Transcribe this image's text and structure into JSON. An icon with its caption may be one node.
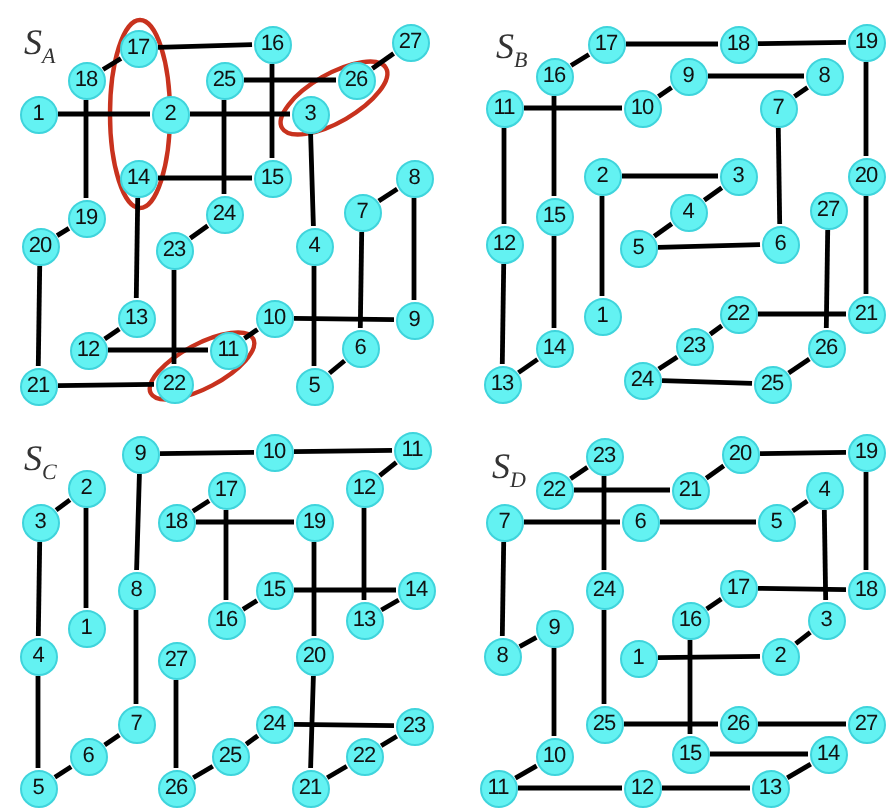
{
  "diagram": {
    "nodes": [
      {
        "text": [
          "1"
        ]
      },
      {
        "text": [
          "2"
        ]
      },
      {
        "text": [
          "3"
        ]
      },
      {
        "text": [
          "4"
        ]
      },
      {
        "text": [
          "5"
        ]
      },
      {
        "text": [
          "6"
        ]
      },
      {
        "text": [
          "7"
        ]
      },
      {
        "text": [
          "8"
        ]
      },
      {
        "text": [
          "9"
        ]
      },
      {
        "text": [
          "10"
        ]
      },
      {
        "text": [
          "11"
        ]
      },
      {
        "text": [
          "12"
        ]
      },
      {
        "text": [
          "13"
        ]
      },
      {
        "text": [
          "14"
        ]
      },
      {
        "text": [
          "15"
        ]
      },
      {
        "text": [
          "16"
        ]
      },
      {
        "text": [
          "17"
        ]
      },
      {
        "text": [
          "18"
        ]
      },
      {
        "text": [
          "19"
        ]
      },
      {
        "text": [
          "20"
        ]
      },
      {
        "text": [
          "21"
        ]
      },
      {
        "text": [
          "22"
        ]
      },
      {
        "text": [
          "23"
        ]
      },
      {
        "text": [
          "24"
        ]
      },
      {
        "text": [
          "25"
        ]
      },
      {
        "text": [
          "26"
        ]
      },
      {
        "text": [
          "27"
        ]
      },
      {
        "text": [
          "1"
        ]
      },
      {
        "text": [
          "2"
        ]
      },
      {
        "text": [
          "3"
        ]
      },
      {
        "text": [
          "4"
        ]
      },
      {
        "text": [
          "5"
        ]
      },
      {
        "text": [
          "6"
        ]
      },
      {
        "text": [
          "7"
        ]
      },
      {
        "text": [
          "8"
        ]
      },
      {
        "text": [
          "9"
        ]
      },
      {
        "text": [
          "10"
        ]
      },
      {
        "text": [
          "11"
        ]
      },
      {
        "text": [
          "12"
        ]
      },
      {
        "text": [
          "13"
        ]
      },
      {
        "text": [
          "14"
        ]
      },
      {
        "text": [
          "15"
        ]
      },
      {
        "text": [
          "16"
        ]
      },
      {
        "text": [
          "17"
        ]
      },
      {
        "text": [
          "18"
        ]
      },
      {
        "text": [
          "19"
        ]
      },
      {
        "text": [
          "20"
        ]
      },
      {
        "text": [
          "21"
        ]
      },
      {
        "text": [
          "22"
        ]
      },
      {
        "text": [
          "23"
        ]
      },
      {
        "text": [
          "24"
        ]
      },
      {
        "text": [
          "25"
        ]
      },
      {
        "text": [
          "26"
        ]
      },
      {
        "text": [
          "27"
        ]
      },
      {
        "text": [
          "1"
        ]
      },
      {
        "text": [
          "2"
        ]
      },
      {
        "text": [
          "3"
        ]
      },
      {
        "text": [
          "4"
        ]
      },
      {
        "text": [
          "5"
        ]
      },
      {
        "text": [
          "6"
        ]
      },
      {
        "text": [
          "7"
        ]
      },
      {
        "text": [
          "8"
        ]
      },
      {
        "text": [
          "9"
        ]
      },
      {
        "text": [
          "10"
        ]
      },
      {
        "text": [
          "11"
        ]
      },
      {
        "text": [
          "12"
        ]
      },
      {
        "text": [
          "13"
        ]
      },
      {
        "text": [
          "14"
        ]
      },
      {
        "text": [
          "15"
        ]
      },
      {
        "text": [
          "16"
        ]
      },
      {
        "text": [
          "17"
        ]
      },
      {
        "text": [
          "18"
        ]
      },
      {
        "text": [
          "19"
        ]
      },
      {
        "text": [
          "20"
        ]
      },
      {
        "text": [
          "21"
        ]
      },
      {
        "text": [
          "22"
        ]
      },
      {
        "text": [
          "23"
        ]
      },
      {
        "text": [
          "24"
        ]
      },
      {
        "text": [
          "25"
        ]
      },
      {
        "text": [
          "26"
        ]
      },
      {
        "text": [
          "27"
        ]
      },
      {
        "text": [
          "1"
        ]
      },
      {
        "text": [
          "2"
        ]
      },
      {
        "text": [
          "3"
        ]
      },
      {
        "text": [
          "4"
        ]
      },
      {
        "text": [
          "5"
        ]
      },
      {
        "text": [
          "6"
        ]
      },
      {
        "text": [
          "7"
        ]
      },
      {
        "text": [
          "8"
        ]
      },
      {
        "text": [
          "9"
        ]
      },
      {
        "text": [
          "10"
        ]
      },
      {
        "text": [
          "11"
        ]
      },
      {
        "text": [
          "12"
        ]
      },
      {
        "text": [
          "13"
        ]
      },
      {
        "text": [
          "14"
        ]
      },
      {
        "text": [
          "15"
        ]
      },
      {
        "text": [
          "16"
        ]
      },
      {
        "text": [
          "17"
        ]
      },
      {
        "text": [
          "18"
        ]
      },
      {
        "text": [
          "19"
        ]
      },
      {
        "text": [
          "20"
        ]
      },
      {
        "text": [
          "21"
        ]
      },
      {
        "text": [
          "22"
        ]
      },
      {
        "text": [
          "23"
        ]
      },
      {
        "text": [
          "24"
        ]
      },
      {
        "text": [
          "25"
        ]
      },
      {
        "text": [
          "26"
        ]
      },
      {
        "text": [
          "27"
        ]
      }
    ],
    "edges": [
      {
        "from": 0,
        "to": 1,
        "arrow": "none"
      },
      {
        "from": 1,
        "to": 2,
        "arrow": "none"
      },
      {
        "from": 2,
        "to": 3,
        "arrow": "none"
      },
      {
        "from": 3,
        "to": 4,
        "arrow": "none"
      },
      {
        "from": 4,
        "to": 5,
        "arrow": "none"
      },
      {
        "from": 5,
        "to": 6,
        "arrow": "none"
      },
      {
        "from": 6,
        "to": 7,
        "arrow": "none"
      },
      {
        "from": 7,
        "to": 8,
        "arrow": "none"
      },
      {
        "from": 8,
        "to": 9,
        "arrow": "none"
      },
      {
        "from": 9,
        "to": 10,
        "arrow": "none"
      },
      {
        "from": 10,
        "to": 11,
        "arrow": "none"
      },
      {
        "from": 11,
        "to": 12,
        "arrow": "none"
      },
      {
        "from": 12,
        "to": 13,
        "arrow": "none"
      },
      {
        "from": 13,
        "to": 14,
        "arrow": "none"
      },
      {
        "from": 14,
        "to": 15,
        "arrow": "none"
      },
      {
        "from": 15,
        "to": 16,
        "arrow": "none"
      },
      {
        "from": 16,
        "to": 17,
        "arrow": "none"
      },
      {
        "from": 17,
        "to": 18,
        "arrow": "none"
      },
      {
        "from": 18,
        "to": 19,
        "arrow": "none"
      },
      {
        "from": 19,
        "to": 20,
        "arrow": "none"
      },
      {
        "from": 20,
        "to": 21,
        "arrow": "none"
      },
      {
        "from": 21,
        "to": 22,
        "arrow": "none"
      },
      {
        "from": 22,
        "to": 23,
        "arrow": "none"
      },
      {
        "from": 23,
        "to": 24,
        "arrow": "none"
      },
      {
        "from": 24,
        "to": 25,
        "arrow": "none"
      },
      {
        "from": 25,
        "to": 26,
        "arrow": "none"
      },
      {
        "from": 27,
        "to": 28,
        "arrow": "none"
      },
      {
        "from": 28,
        "to": 29,
        "arrow": "none"
      },
      {
        "from": 29,
        "to": 30,
        "arrow": "none"
      },
      {
        "from": 30,
        "to": 31,
        "arrow": "none"
      },
      {
        "from": 31,
        "to": 32,
        "arrow": "none"
      },
      {
        "from": 32,
        "to": 33,
        "arrow": "none"
      },
      {
        "from": 33,
        "to": 34,
        "arrow": "none"
      },
      {
        "from": 34,
        "to": 35,
        "arrow": "none"
      },
      {
        "from": 35,
        "to": 36,
        "arrow": "none"
      },
      {
        "from": 36,
        "to": 37,
        "arrow": "none"
      },
      {
        "from": 37,
        "to": 38,
        "arrow": "none"
      },
      {
        "from": 38,
        "to": 39,
        "arrow": "none"
      },
      {
        "from": 39,
        "to": 40,
        "arrow": "none"
      },
      {
        "from": 40,
        "to": 41,
        "arrow": "none"
      },
      {
        "from": 41,
        "to": 42,
        "arrow": "none"
      },
      {
        "from": 42,
        "to": 43,
        "arrow": "none"
      },
      {
        "from": 43,
        "to": 44,
        "arrow": "none"
      },
      {
        "from": 44,
        "to": 45,
        "arrow": "none"
      },
      {
        "from": 45,
        "to": 46,
        "arrow": "none"
      },
      {
        "from": 46,
        "to": 47,
        "arrow": "none"
      },
      {
        "from": 47,
        "to": 48,
        "arrow": "none"
      },
      {
        "from": 48,
        "to": 49,
        "arrow": "none"
      },
      {
        "from": 49,
        "to": 50,
        "arrow": "none"
      },
      {
        "from": 50,
        "to": 51,
        "arrow": "none"
      },
      {
        "from": 51,
        "to": 52,
        "arrow": "none"
      },
      {
        "from": 52,
        "to": 53,
        "arrow": "none"
      },
      {
        "from": 54,
        "to": 55,
        "arrow": "none"
      },
      {
        "from": 55,
        "to": 56,
        "arrow": "none"
      },
      {
        "from": 56,
        "to": 57,
        "arrow": "none"
      },
      {
        "from": 57,
        "to": 58,
        "arrow": "none"
      },
      {
        "from": 58,
        "to": 59,
        "arrow": "none"
      },
      {
        "from": 59,
        "to": 60,
        "arrow": "none"
      },
      {
        "from": 60,
        "to": 61,
        "arrow": "none"
      },
      {
        "from": 61,
        "to": 62,
        "arrow": "none"
      },
      {
        "from": 62,
        "to": 63,
        "arrow": "none"
      },
      {
        "from": 63,
        "to": 64,
        "arrow": "none"
      },
      {
        "from": 64,
        "to": 65,
        "arrow": "none"
      },
      {
        "from": 65,
        "to": 66,
        "arrow": "none"
      },
      {
        "from": 66,
        "to": 67,
        "arrow": "none"
      },
      {
        "from": 67,
        "to": 68,
        "arrow": "none"
      },
      {
        "from": 68,
        "to": 69,
        "arrow": "none"
      },
      {
        "from": 69,
        "to": 70,
        "arrow": "none"
      },
      {
        "from": 70,
        "to": 71,
        "arrow": "none"
      },
      {
        "from": 71,
        "to": 72,
        "arrow": "none"
      },
      {
        "from": 72,
        "to": 73,
        "arrow": "none"
      },
      {
        "from": 73,
        "to": 74,
        "arrow": "none"
      },
      {
        "from": 74,
        "to": 75,
        "arrow": "none"
      },
      {
        "from": 75,
        "to": 76,
        "arrow": "none"
      },
      {
        "from": 76,
        "to": 77,
        "arrow": "none"
      },
      {
        "from": 77,
        "to": 78,
        "arrow": "none"
      },
      {
        "from": 78,
        "to": 79,
        "arrow": "none"
      },
      {
        "from": 79,
        "to": 80,
        "arrow": "none"
      },
      {
        "from": 81,
        "to": 82,
        "arrow": "none"
      },
      {
        "from": 82,
        "to": 83,
        "arrow": "none"
      },
      {
        "from": 83,
        "to": 84,
        "arrow": "none"
      },
      {
        "from": 84,
        "to": 85,
        "arrow": "none"
      },
      {
        "from": 85,
        "to": 86,
        "arrow": "none"
      },
      {
        "from": 86,
        "to": 87,
        "arrow": "none"
      },
      {
        "from": 87,
        "to": 88,
        "arrow": "none"
      },
      {
        "from": 88,
        "to": 89,
        "arrow": "none"
      },
      {
        "from": 89,
        "to": 90,
        "arrow": "none"
      },
      {
        "from": 90,
        "to": 91,
        "arrow": "none"
      },
      {
        "from": 91,
        "to": 92,
        "arrow": "none"
      },
      {
        "from": 92,
        "to": 93,
        "arrow": "none"
      },
      {
        "from": 93,
        "to": 94,
        "arrow": "none"
      },
      {
        "from": 94,
        "to": 95,
        "arrow": "none"
      },
      {
        "from": 95,
        "to": 96,
        "arrow": "none"
      },
      {
        "from": 96,
        "to": 97,
        "arrow": "none"
      },
      {
        "from": 97,
        "to": 98,
        "arrow": "none"
      },
      {
        "from": 98,
        "to": 99,
        "arrow": "none"
      },
      {
        "from": 99,
        "to": 100,
        "arrow": "none"
      },
      {
        "from": 100,
        "to": 101,
        "arrow": "none"
      },
      {
        "from": 101,
        "to": 102,
        "arrow": "none"
      },
      {
        "from": 102,
        "to": 103,
        "arrow": "none"
      },
      {
        "from": 103,
        "to": 104,
        "arrow": "none"
      },
      {
        "from": 104,
        "to": 105,
        "arrow": "none"
      },
      {
        "from": 105,
        "to": 106,
        "arrow": "none"
      },
      {
        "from": 106,
        "to": 107,
        "arrow": "none"
      }
    ],
    "labels": [
      "S$_{A}$",
      "S$_{B}$",
      "S$_{C}$",
      "S$_{D}$"
    ]
  }
}
